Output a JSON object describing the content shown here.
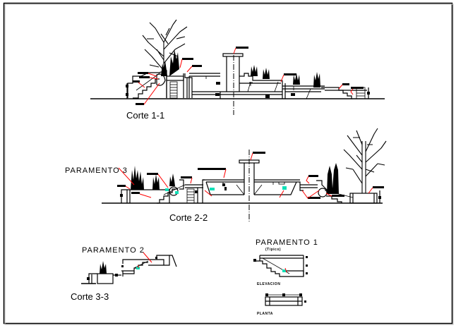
{
  "drawing": {
    "sections": [
      {
        "id": "corte-1-1",
        "label": "Corte 1-1"
      },
      {
        "id": "corte-2-2",
        "label": "Corte 2-2"
      },
      {
        "id": "corte-3-3",
        "label": "Corte 3-3"
      }
    ],
    "details": [
      {
        "id": "paramento-1",
        "title": "PARAMENTO 1",
        "subtitle": "(Típico)",
        "views": [
          "ELEVACION",
          "PLANTA"
        ]
      },
      {
        "id": "paramento-2",
        "title": "PARAMENTO 2"
      },
      {
        "id": "paramento-3",
        "title": "PARAMENTO 3"
      }
    ]
  },
  "colors": {
    "line": "#000000",
    "leader": "#ff0000",
    "highlight": "#11e0b8",
    "border": "#000000",
    "background": "#ffffff"
  }
}
